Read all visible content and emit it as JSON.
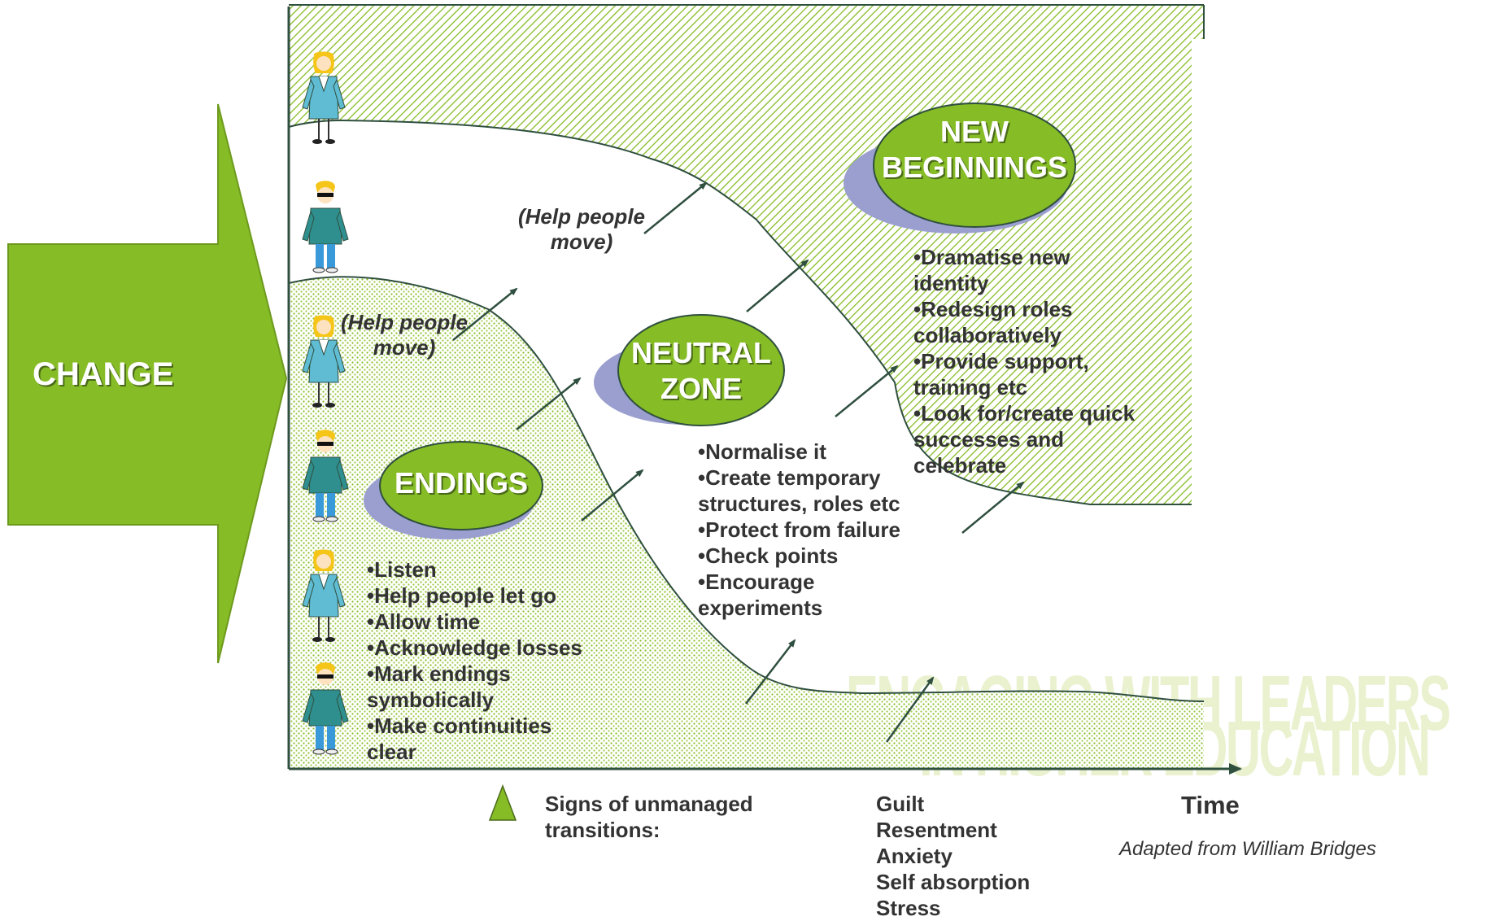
{
  "change_label": "CHANGE",
  "phases": {
    "endings": {
      "label": "ENDINGS",
      "items": [
        "•Listen",
        "•Help people let go",
        "•Allow time",
        "•Acknowledge losses",
        "•Mark endings",
        "symbolically",
        "•Make continuities",
        "clear"
      ]
    },
    "neutral": {
      "label_line1": "NEUTRAL",
      "label_line2": "ZONE",
      "items": [
        "•Normalise it",
        "•Create temporary",
        "structures, roles etc",
        "•Protect from failure",
        "•Check points",
        "•Encourage",
        "experiments"
      ]
    },
    "new": {
      "label_line1": "NEW",
      "label_line2": "BEGINNINGS",
      "items": [
        "•Dramatise new",
        "identity",
        "•Redesign roles",
        "collaboratively",
        "•Provide support,",
        "training etc",
        "•Look for/create quick",
        "successes and",
        "celebrate"
      ]
    }
  },
  "help_move": {
    "line1": "(Help people",
    "line2": "move)"
  },
  "legend": {
    "title_line1": "Signs of unmanaged",
    "title_line2": "transitions:",
    "signs": [
      "Guilt",
      "Resentment",
      "Anxiety",
      "Self absorption",
      "Stress"
    ]
  },
  "axis_label": "Time",
  "credit": "Adapted from William Bridges",
  "watermark": {
    "line1": "ENGAGING WITH LEADERS",
    "line2": "IN HIGHER EDUCATION"
  },
  "colors": {
    "green": "#86bc25",
    "oval_shadow": "#9a9fcf",
    "arrow": "#2f4f3f",
    "text": "#333333"
  }
}
